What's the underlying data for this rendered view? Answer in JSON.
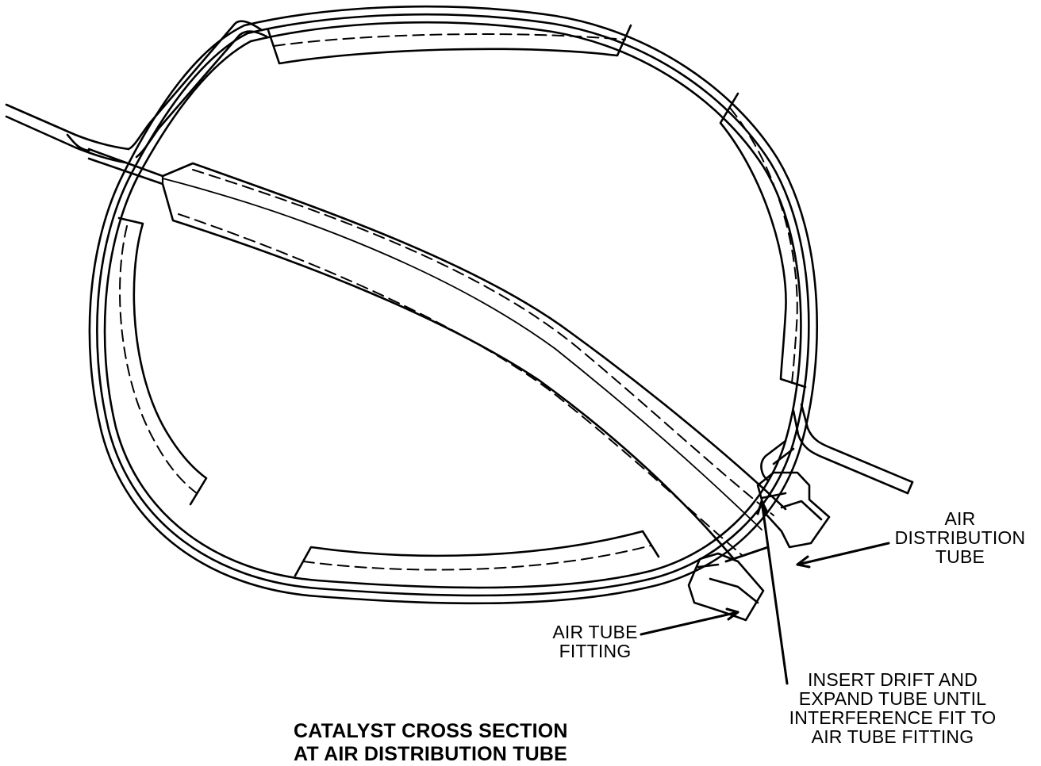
{
  "diagram": {
    "labels": {
      "air_distribution_tube": [
        "AIR",
        "DISTRIBUTION",
        "TUBE"
      ],
      "air_tube_fitting": [
        "AIR TUBE",
        "FITTING"
      ],
      "insert_drift": [
        "INSERT DRIFT AND",
        "EXPAND TUBE UNTIL",
        "INTERFERENCE FIT TO",
        "AIR TUBE FITTING"
      ],
      "title": [
        "CATALYST CROSS SECTION",
        "AT AIR DISTRIBUTION TUBE"
      ]
    },
    "colors": {
      "ink": "#000000",
      "background": "#ffffff"
    }
  }
}
